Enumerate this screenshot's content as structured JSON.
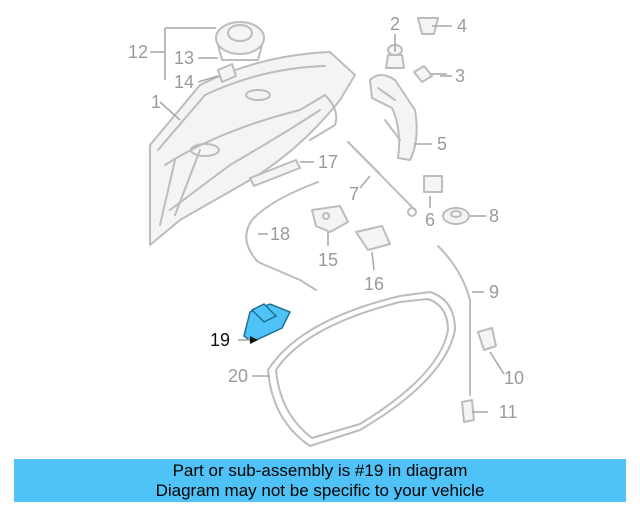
{
  "colors": {
    "background": "#ffffff",
    "part_stroke": "#bcbcbc",
    "callout_text": "#9a9a9a",
    "highlight_fill": "#4fc3f7",
    "highlight_text": "#111111",
    "banner": "#4fc3f7"
  },
  "callouts": {
    "c1": "1",
    "c2": "2",
    "c3": "3",
    "c4": "4",
    "c5": "5",
    "c6": "6",
    "c7": "7",
    "c8": "8",
    "c9": "9",
    "c10": "10",
    "c11": "11",
    "c12": "12",
    "c13": "13",
    "c14": "14",
    "c15": "15",
    "c16": "16",
    "c17": "17",
    "c18": "18",
    "c19": "19",
    "c20": "20"
  },
  "highlighted_part": "19",
  "banner": {
    "line1": "Part or sub-assembly is #19 in diagram",
    "line2": "Diagram may not be specific to your vehicle"
  }
}
